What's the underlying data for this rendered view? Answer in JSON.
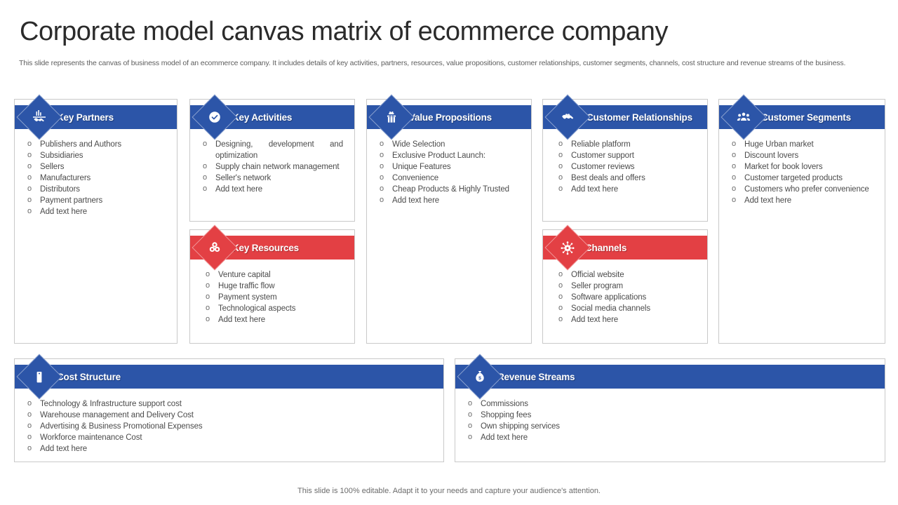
{
  "header": {
    "title": "Corporate model canvas matrix of ecommerce company",
    "subtitle": "This slide represents the canvas of business model of an ecommerce company. It includes details of key activities, partners, resources, value propositions, customer relationships, customer segments, channels, cost structure and revenue streams of the business."
  },
  "colors": {
    "blue": "#2c55a8",
    "red": "#e34044",
    "title_text": "#2b2b2b",
    "body_text": "#4b4b4b",
    "subtitle_text": "#5e5e5e",
    "panel_border": "#c9c9c9"
  },
  "panels": {
    "key_partners": {
      "title": "Key Partners",
      "icon": "handshake-chart-icon",
      "accent": "blue",
      "items": [
        "Publishers and Authors",
        "Subsidiaries",
        "Sellers",
        "Manufacturers",
        "Distributors",
        "Payment partners",
        "Add text here"
      ]
    },
    "key_activities": {
      "title": "Key Activities",
      "icon": "check-circle-icon",
      "accent": "blue",
      "items": [
        "Designing, development and optimization",
        "Supply chain network management",
        "Seller's network",
        "Add text here"
      ]
    },
    "key_resources": {
      "title": "Key Resources",
      "icon": "gears-icon",
      "accent": "red",
      "items": [
        "Venture capital",
        "Huge traffic flow",
        "Payment system",
        "Technological aspects",
        "Add text here"
      ]
    },
    "value_propositions": {
      "title": "Value Propositions",
      "icon": "gift-box-icon",
      "accent": "blue",
      "items": [
        "Wide Selection",
        "Exclusive Product Launch:",
        "Unique Features",
        "Convenience",
        "Cheap Products & Highly Trusted",
        "Add text here"
      ]
    },
    "customer_relationships": {
      "title": "Customer Relationships",
      "icon": "handshake-heart-icon",
      "accent": "blue",
      "items": [
        "Reliable platform",
        "Customer support",
        "Customer reviews",
        "Best deals and offers",
        "Add text here"
      ]
    },
    "channels": {
      "title": "Channels",
      "icon": "network-nodes-icon",
      "accent": "red",
      "items": [
        "Official website",
        "Seller program",
        "Software applications",
        "Social media channels",
        "Add text here"
      ]
    },
    "customer_segments": {
      "title": "Customer Segments",
      "icon": "people-group-icon",
      "accent": "blue",
      "items": [
        "Huge Urban market",
        "Discount lovers",
        "Market for book lovers",
        "Customer targeted products",
        "Customers who prefer convenience",
        "Add text here"
      ]
    },
    "cost_structure": {
      "title": "Cost Structure",
      "icon": "price-tag-icon",
      "accent": "blue",
      "items": [
        "Technology & Infrastructure support cost",
        "Warehouse management and Delivery Cost",
        "Advertising & Business Promotional Expenses",
        "Workforce maintenance Cost",
        "Add text here"
      ]
    },
    "revenue_streams": {
      "title": "Revenue Streams",
      "icon": "money-bag-icon",
      "accent": "blue",
      "items": [
        "Commissions",
        "Shopping fees",
        "Own shipping services",
        "Add text here"
      ]
    }
  },
  "footer": {
    "note": "This slide is 100% editable. Adapt it to your needs and capture your audience's attention."
  }
}
